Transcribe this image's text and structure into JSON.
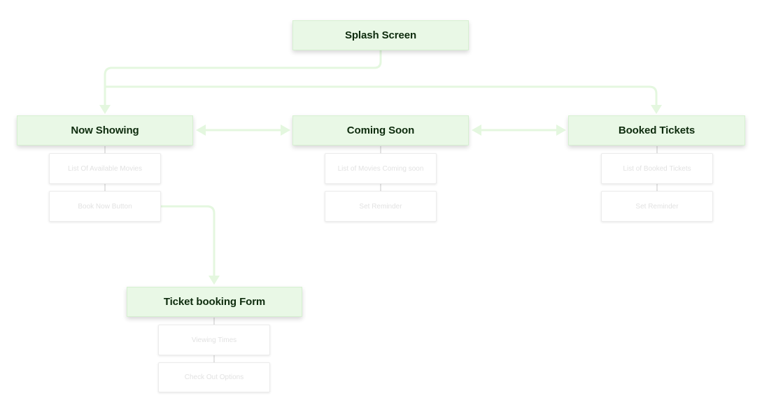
{
  "diagram": {
    "colors": {
      "node_fill": "#e9f8e6",
      "node_border": "#d6f0d1",
      "node_text": "#0d2b0d",
      "connector": "#e4f7df",
      "sub_connector": "#c8c8c8",
      "sub_text": "#e2e2e2"
    },
    "nodes": {
      "splash": "Splash Screen",
      "now_showing": "Now Showing",
      "coming_soon": "Coming Soon",
      "booked_tickets": "Booked Tickets",
      "ticket_form": "Ticket booking Form"
    },
    "details": {
      "now_showing": [
        "List Of Available Movies",
        "Book Now Button"
      ],
      "coming_soon": [
        "List of Movies Coming soon",
        "Set Reminder"
      ],
      "booked_tickets": [
        "List of Booked Tickets",
        "Set Reminder"
      ],
      "ticket_form": [
        "Viewing Times",
        "Check Out Options"
      ]
    }
  }
}
